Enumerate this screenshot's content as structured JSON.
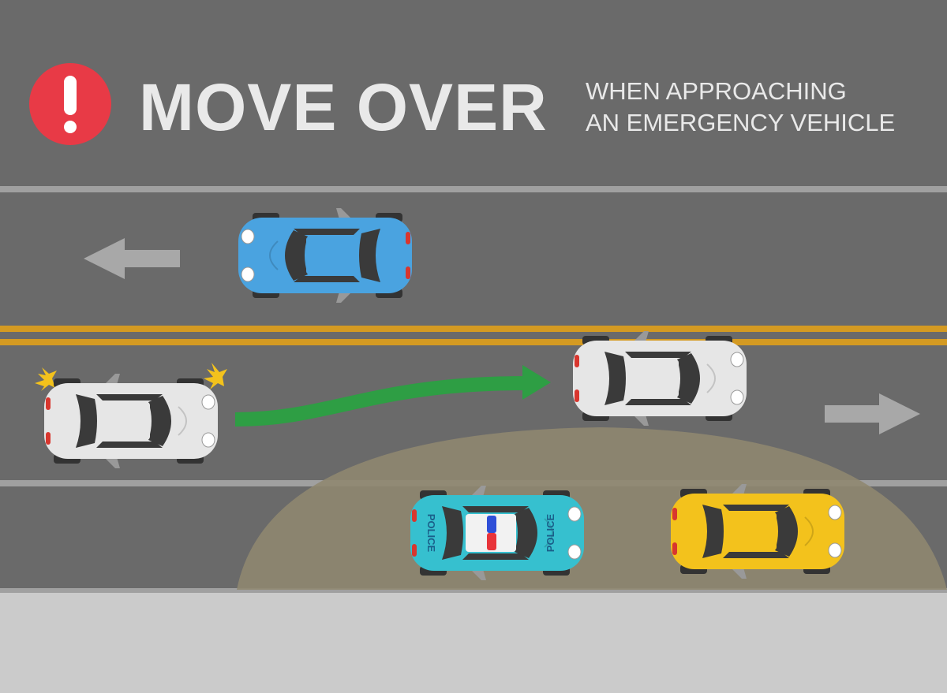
{
  "header": {
    "title": "MOVE OVER",
    "subtitle_line1": "WHEN APPROACHING",
    "subtitle_line2": "AN EMERGENCY VEHICLE",
    "alert_icon": "exclamation-icon"
  },
  "vehicles": {
    "police_text": "POLICE"
  },
  "colors": {
    "road": "#6a6a6a",
    "sidewalk": "#cbcbcb",
    "alert_red": "#e83a46",
    "center_line_yellow": "#d49a22",
    "maneuver_arrow_green": "#2e9e44",
    "lane_line": "#a0a0a0",
    "headlight_beam": "#8f8770",
    "car_blue": "#4aa3e0",
    "car_white": "#e6e6e6",
    "car_yellow": "#f3c21c",
    "police_teal": "#36c0cf"
  }
}
